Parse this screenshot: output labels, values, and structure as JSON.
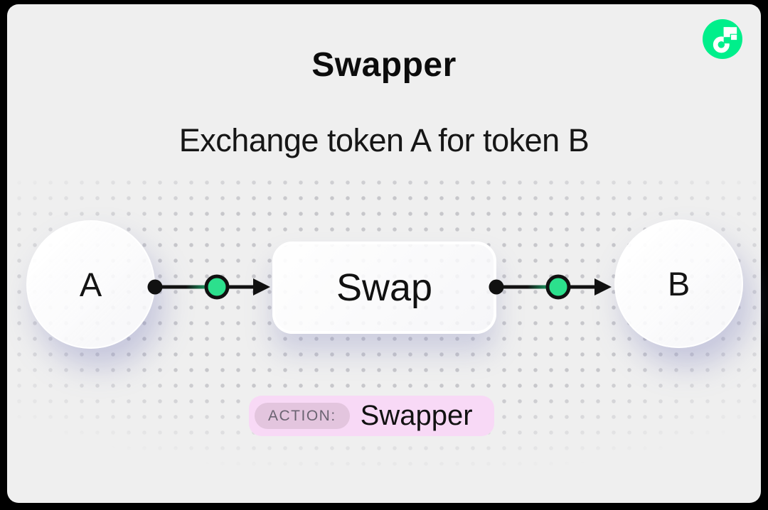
{
  "canvas": {
    "background": "#efefef",
    "frame_color": "#000000",
    "dot_color": "#c7c7cb"
  },
  "header": {
    "title": "Swapper",
    "subtitle": "Exchange token A for token B"
  },
  "logo": {
    "name": "flow-logo",
    "green": "#00EF8B"
  },
  "diagram": {
    "nodes": [
      {
        "id": "token-a",
        "label": "A",
        "type": "token-circle"
      },
      {
        "id": "swap",
        "label": "Swap",
        "type": "action-box"
      },
      {
        "id": "token-b",
        "label": "B",
        "type": "token-circle"
      }
    ],
    "edges": [
      {
        "from": "token-a",
        "to": "swap"
      },
      {
        "from": "swap",
        "to": "token-b"
      }
    ],
    "accent_green": "#2CE08D",
    "line_color": "#111111"
  },
  "action_badge": {
    "label": "ACTION:",
    "value": "Swapper",
    "bg": "#F8D9F6",
    "label_bg": "#E3C5DE",
    "label_color": "#6B6472"
  }
}
